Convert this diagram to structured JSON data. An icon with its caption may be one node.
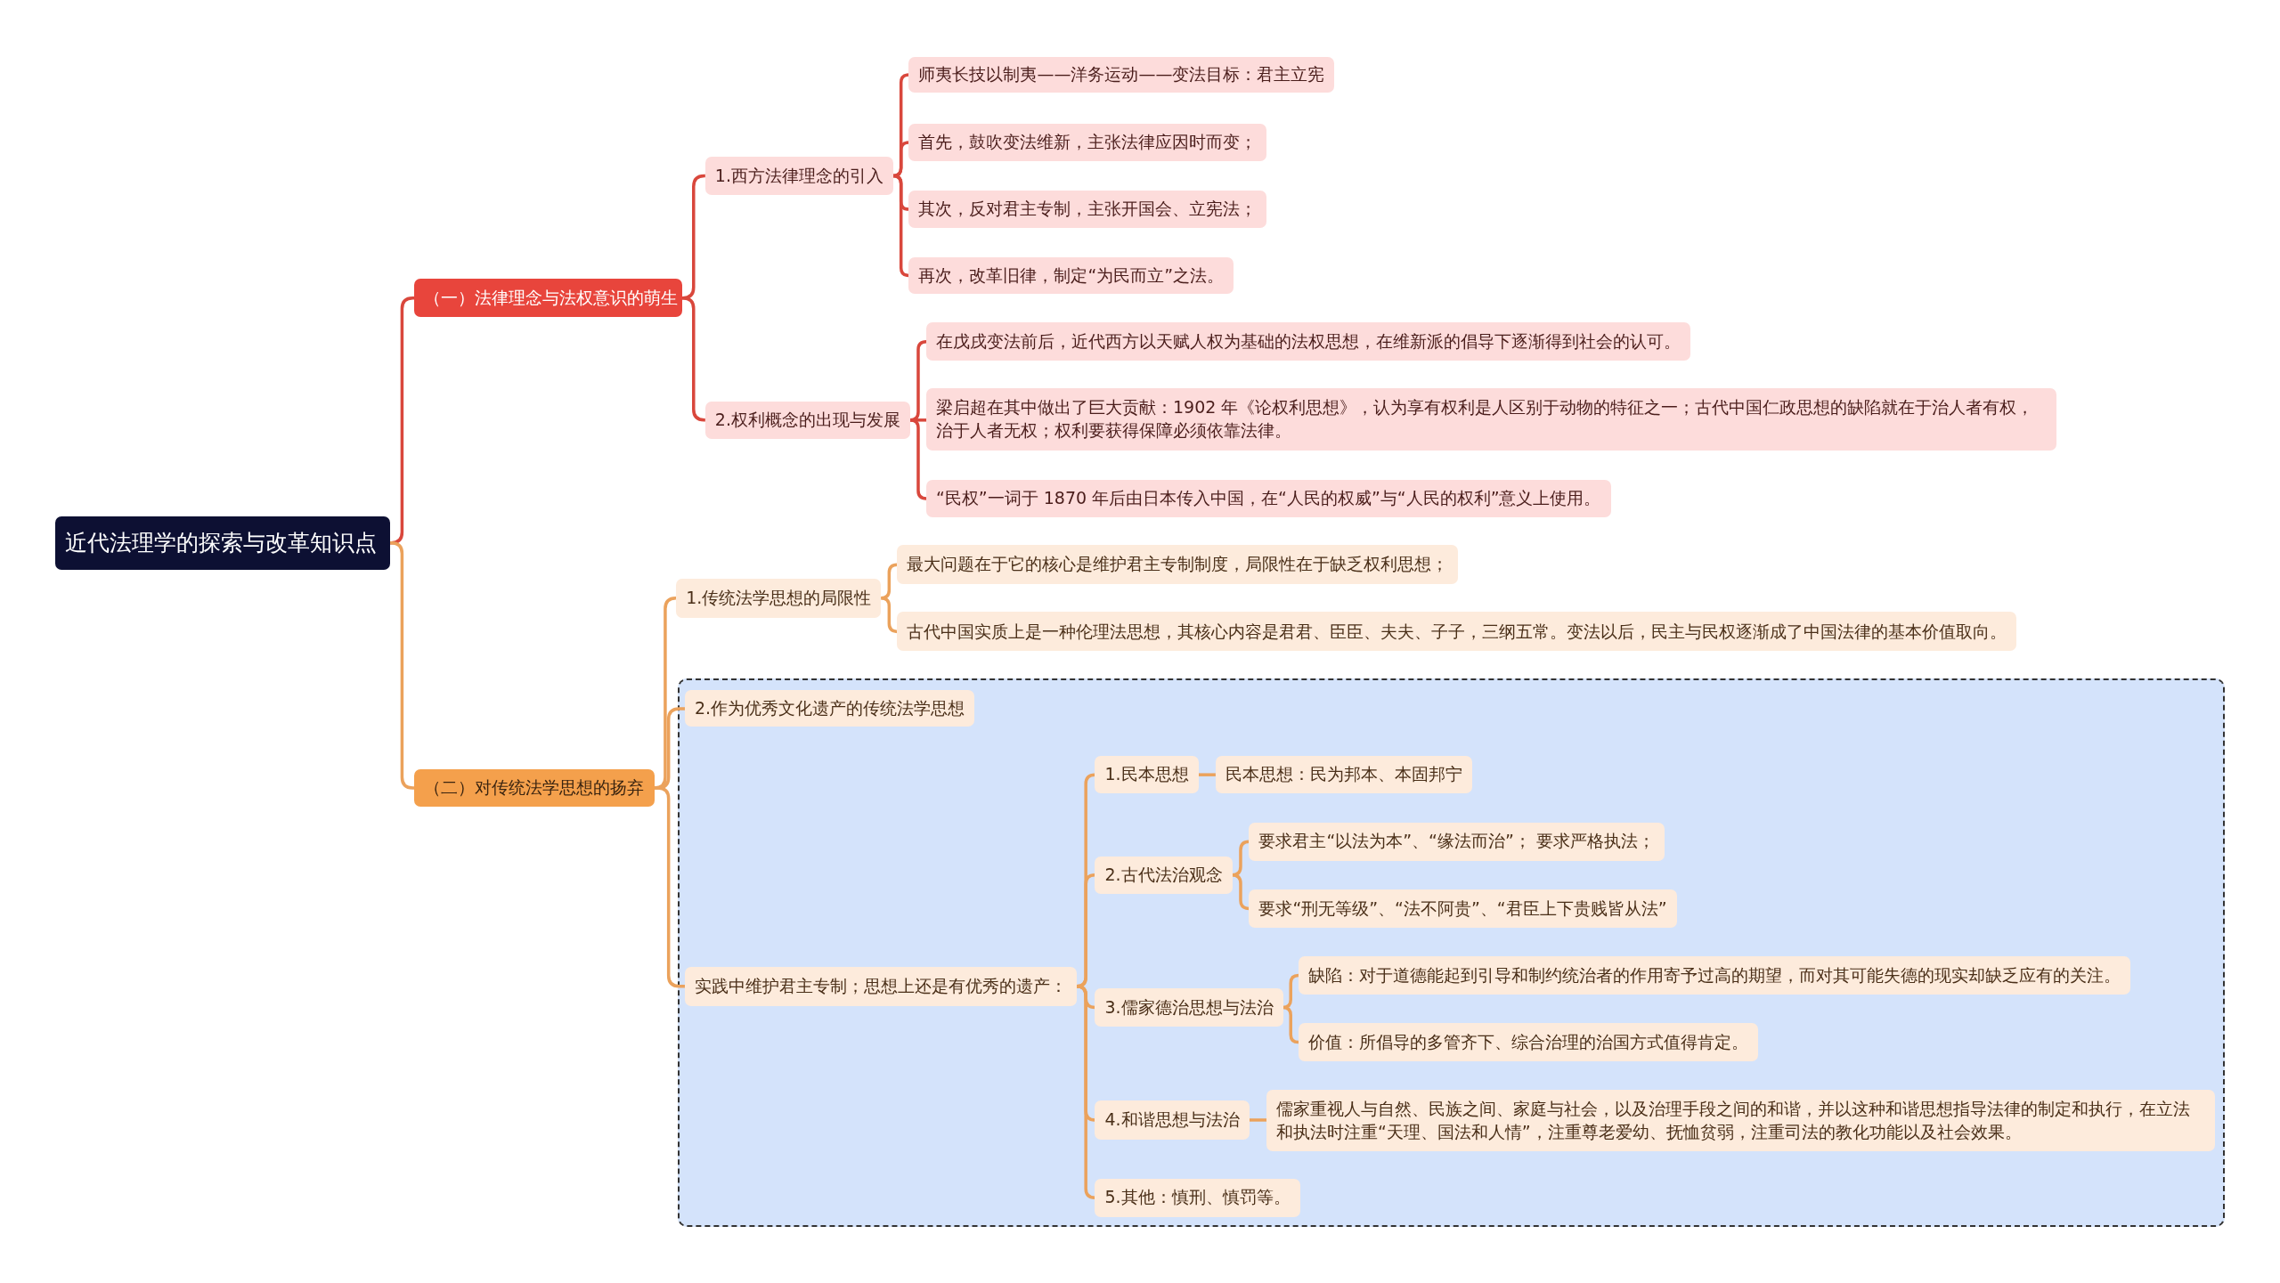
{
  "diagram": {
    "nodes": [
      {
        "text": [
          "近代法理学的探索与改革知识点"
        ]
      },
      {
        "text": [
          "（一）法律理念与法权意识的萌生"
        ]
      },
      {
        "text": [
          "1.西方法律理念的引入"
        ]
      },
      {
        "text": [
          "师夷长技以制夷——洋务运动——变法目标：君主立宪"
        ]
      },
      {
        "text": [
          "首先，鼓吹变法维新，主张法律应因时而变；"
        ]
      },
      {
        "text": [
          "其次，反对君主专制，主张开国会、立宪法；"
        ]
      },
      {
        "text": [
          "再次，改革旧律，制定“为民而立”之法。"
        ]
      },
      {
        "text": [
          "2.权利概念的出现与发展"
        ]
      },
      {
        "text": [
          "在戊戌变法前后，近代西方以天赋人权为基础的法权思想，在维新派的倡导下逐渐得到社会的认可。"
        ]
      },
      {
        "text": [
          "梁启超在其中做出了巨大贡献：1902 年《论权利思想》，认为享有权利是人区别于动物的特征之一；古代中国仁政思想的缺陷就在于治人者有权，治于人者无权；权利要获得保障必须依靠法律。"
        ]
      },
      {
        "text": [
          "“民权”一词于 1870 年后由日本传入中国，在“人民的权威”与“人民的权利”意义上使用。"
        ]
      },
      {
        "text": [
          "（二）对传统法学思想的扬弃"
        ]
      },
      {
        "text": [
          "1.传统法学思想的局限性"
        ]
      },
      {
        "text": [
          "最大问题在于它的核心是维护君主专制制度，局限性在于缺乏权利思想；"
        ]
      },
      {
        "text": [
          "古代中国实质上是一种伦理法思想，其核心内容是君君、臣臣、夫夫、子子，三纲五常。变法以后，民主与民权逐渐成了中国法律的基本价值取向。"
        ]
      },
      {
        "text": [],
        "shape": "box"
      },
      {
        "text": [
          "2.作为优秀文化遗产的传统法学思想"
        ],
        "in": 15
      },
      {
        "text": [
          "实践中维护君主专制；思想上还是有优秀的遗产："
        ],
        "in": 15
      },
      {
        "text": [
          "1.民本思想"
        ],
        "in": 15
      },
      {
        "text": [
          "民本思想：民为邦本、本固邦宁"
        ],
        "in": 15
      },
      {
        "text": [
          "2.古代法治观念"
        ],
        "in": 15
      },
      {
        "text": [
          "要求君主“以法为本”、“缘法而治”； 要求严格执法；"
        ],
        "in": 15
      },
      {
        "text": [
          "要求“刑无等级”、“法不阿贵”、“君臣上下贵贱皆从法”"
        ],
        "in": 15
      },
      {
        "text": [
          "3.儒家德治思想与法治"
        ],
        "in": 15
      },
      {
        "text": [
          "缺陷：对于道德能起到引导和制约统治者的作用寄予过高的期望，而对其可能失德的现实却缺乏应有的关注。"
        ],
        "in": 15
      },
      {
        "text": [
          "价值：所倡导的多管齐下、综合治理的治国方式值得肯定。"
        ],
        "in": 15
      },
      {
        "text": [
          "4.和谐思想与法治"
        ],
        "in": 15
      },
      {
        "text": [
          "儒家重视人与自然、民族之间、家庭与社会，以及治理手段之间的和谐，并以这种和谐思想指导法律的制定和执行，在立法和执法时注重“天理、国法和人情”，注重尊老爱幼、抚恤贫弱，注重司法的教化功能以及社会效果。"
        ],
        "in": 15
      },
      {
        "text": [
          "5.其他：慎刑、慎罚等。"
        ],
        "in": 15
      }
    ],
    "edges": [
      {
        "from": 0,
        "to": 1,
        "arrow": "none",
        "color": "#d9473c"
      },
      {
        "from": 1,
        "to": 2,
        "arrow": "none",
        "color": "#d9473c"
      },
      {
        "from": 2,
        "to": 3,
        "arrow": "none",
        "color": "#d9473c"
      },
      {
        "from": 2,
        "to": 4,
        "arrow": "none",
        "color": "#d9473c"
      },
      {
        "from": 2,
        "to": 5,
        "arrow": "none",
        "color": "#d9473c"
      },
      {
        "from": 2,
        "to": 6,
        "arrow": "none",
        "color": "#d9473c"
      },
      {
        "from": 1,
        "to": 7,
        "arrow": "none",
        "color": "#d9473c"
      },
      {
        "from": 7,
        "to": 8,
        "arrow": "none",
        "color": "#d9473c"
      },
      {
        "from": 7,
        "to": 9,
        "arrow": "none",
        "color": "#d9473c"
      },
      {
        "from": 7,
        "to": 10,
        "arrow": "none",
        "color": "#d9473c"
      },
      {
        "from": 0,
        "to": 11,
        "arrow": "none"
      },
      {
        "from": 11,
        "to": 12,
        "arrow": "none"
      },
      {
        "from": 12,
        "to": 13,
        "arrow": "none"
      },
      {
        "from": 12,
        "to": 14,
        "arrow": "none"
      },
      {
        "from": 11,
        "to": 16,
        "arrow": "none"
      },
      {
        "from": 11,
        "to": 17,
        "arrow": "none"
      },
      {
        "from": 17,
        "to": 18,
        "arrow": "none"
      },
      {
        "from": 18,
        "to": 19,
        "arrow": "none"
      },
      {
        "from": 17,
        "to": 20,
        "arrow": "none"
      },
      {
        "from": 20,
        "to": 21,
        "arrow": "none"
      },
      {
        "from": 20,
        "to": 22,
        "arrow": "none"
      },
      {
        "from": 17,
        "to": 23,
        "arrow": "none"
      },
      {
        "from": 23,
        "to": 24,
        "arrow": "none"
      },
      {
        "from": 23,
        "to": 25,
        "arrow": "none"
      },
      {
        "from": 17,
        "to": 26,
        "arrow": "none"
      },
      {
        "from": 26,
        "to": 27,
        "arrow": "none"
      },
      {
        "from": 17,
        "to": 28,
        "arrow": "none"
      }
    ]
  }
}
